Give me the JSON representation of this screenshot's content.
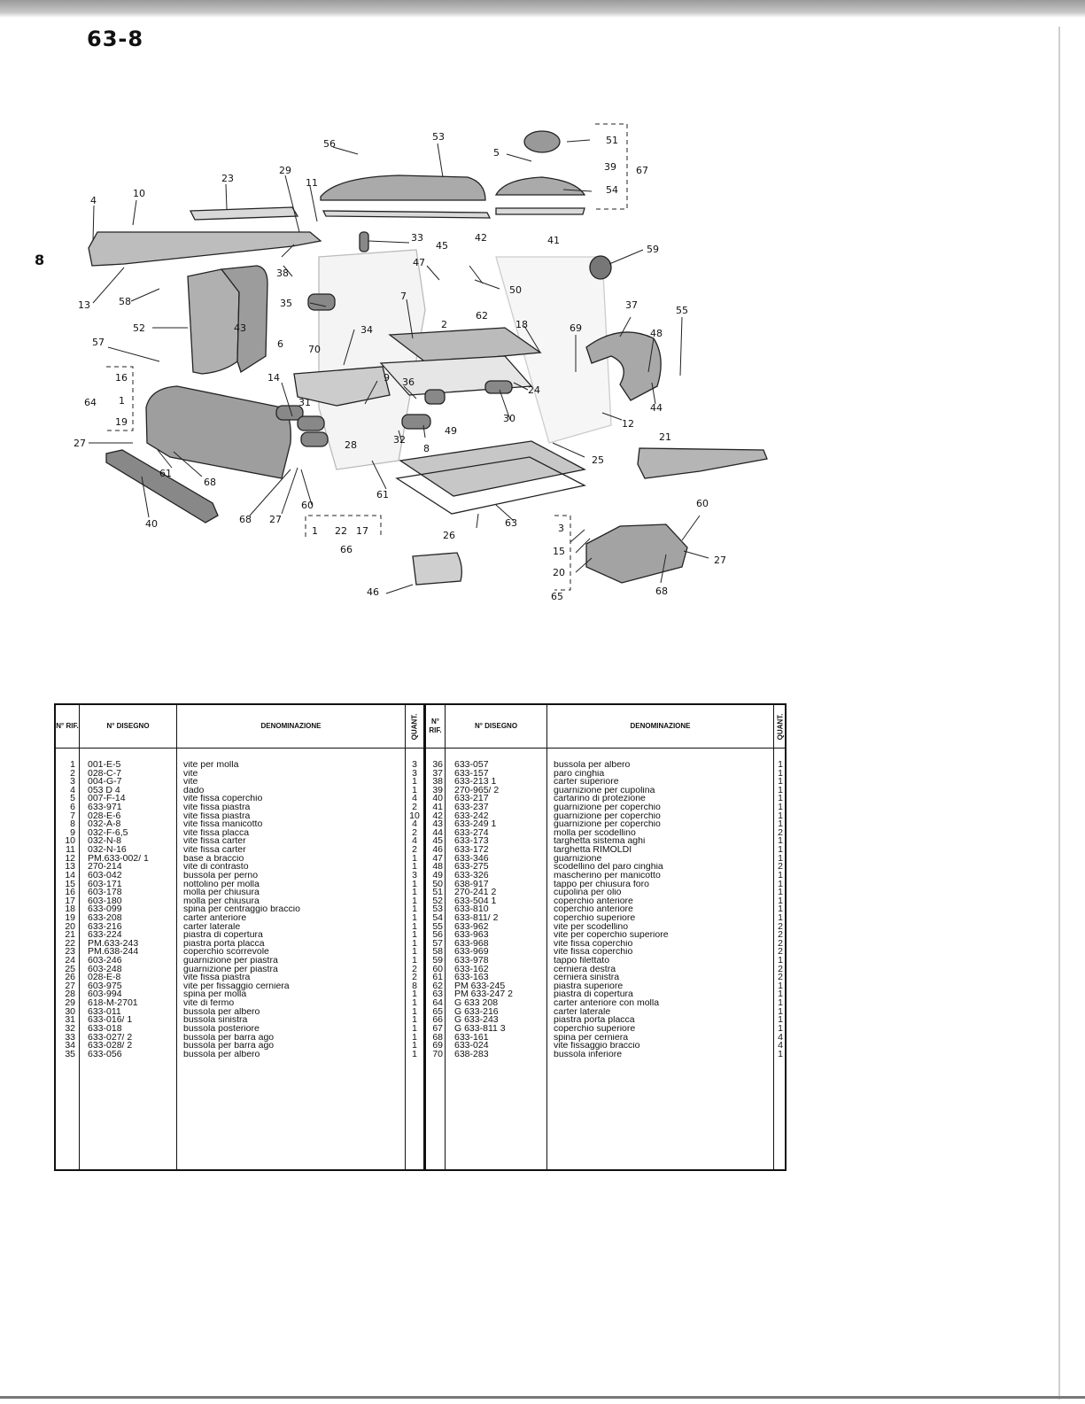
{
  "page": {
    "code": "63-8",
    "side_mark": "8"
  },
  "diagram": {
    "callouts": [
      "1",
      "2",
      "3",
      "4",
      "5",
      "6",
      "7",
      "8",
      "9",
      "10",
      "11",
      "12",
      "13",
      "14",
      "15",
      "16",
      "17",
      "18",
      "19",
      "20",
      "21",
      "22",
      "23",
      "24",
      "25",
      "26",
      "27",
      "28",
      "29",
      "30",
      "31",
      "32",
      "33",
      "34",
      "35",
      "36",
      "37",
      "38",
      "39",
      "40",
      "41",
      "42",
      "43",
      "44",
      "45",
      "46",
      "47",
      "48",
      "49",
      "50",
      "51",
      "52",
      "53",
      "54",
      "55",
      "56",
      "57",
      "58",
      "59",
      "60",
      "61",
      "62",
      "63",
      "64",
      "65",
      "66",
      "67",
      "68",
      "69",
      "70"
    ]
  },
  "table": {
    "headers": {
      "rif": "N° RIF.",
      "disegno": "N° DISEGNO",
      "denominazione": "DENOMINAZIONE",
      "quant": "QUANT."
    },
    "left": [
      {
        "rif": "1",
        "disegno": "001-E-5",
        "denominazione": "vite per molla",
        "quant": "3"
      },
      {
        "rif": "2",
        "disegno": "028-C-7",
        "denominazione": "vite",
        "quant": "3"
      },
      {
        "rif": "3",
        "disegno": "004-G-7",
        "denominazione": "vite",
        "quant": "1"
      },
      {
        "rif": "4",
        "disegno": "053 D 4",
        "denominazione": "dado",
        "quant": "1"
      },
      {
        "rif": "5",
        "disegno": "007-F-14",
        "denominazione": "vite fissa coperchio",
        "quant": "4"
      },
      {
        "rif": "6",
        "disegno": "633-971",
        "denominazione": "vite fissa piastra",
        "quant": "2"
      },
      {
        "rif": "7",
        "disegno": "028-E-6",
        "denominazione": "vite fissa piastra",
        "quant": "10"
      },
      {
        "rif": "8",
        "disegno": "032-A-8",
        "denominazione": "vite fissa manicotto",
        "quant": "4"
      },
      {
        "rif": "9",
        "disegno": "032-F-6,5",
        "denominazione": "vite fissa placca",
        "quant": "2"
      },
      {
        "rif": "10",
        "disegno": "032-N-8",
        "denominazione": "vite fissa carter",
        "quant": "4"
      },
      {
        "rif": "11",
        "disegno": "032-N-16",
        "denominazione": "vite fissa carter",
        "quant": "2"
      },
      {
        "rif": "12",
        "disegno": "PM.633-002/ 1",
        "denominazione": "base a braccio",
        "quant": "1"
      },
      {
        "rif": "13",
        "disegno": "270-214",
        "denominazione": "vite di contrasto",
        "quant": "1"
      },
      {
        "rif": "14",
        "disegno": "603-042",
        "denominazione": "bussola per perno",
        "quant": "3"
      },
      {
        "rif": "15",
        "disegno": "603-171",
        "denominazione": "nottolino per molla",
        "quant": "1"
      },
      {
        "rif": "16",
        "disegno": "603-178",
        "denominazione": "molla per chiusura",
        "quant": "1"
      },
      {
        "rif": "17",
        "disegno": "603-180",
        "denominazione": "molla per chiusura",
        "quant": "1"
      },
      {
        "rif": "18",
        "disegno": "633-099",
        "denominazione": "spina per centraggio braccio",
        "quant": "1"
      },
      {
        "rif": "19",
        "disegno": "633-208",
        "denominazione": "carter anteriore",
        "quant": "1"
      },
      {
        "rif": "20",
        "disegno": "633-216",
        "denominazione": "carter laterale",
        "quant": "1"
      },
      {
        "rif": "21",
        "disegno": "633-224",
        "denominazione": "piastra di copertura",
        "quant": "1"
      },
      {
        "rif": "22",
        "disegno": "PM.633-243",
        "denominazione": "piastra porta placca",
        "quant": "1"
      },
      {
        "rif": "23",
        "disegno": "PM.638-244",
        "denominazione": "coperchio scorrevole",
        "quant": "1"
      },
      {
        "rif": "24",
        "disegno": "603-246",
        "denominazione": "guarnizione per piastra",
        "quant": "1"
      },
      {
        "rif": "25",
        "disegno": "603-248",
        "denominazione": "guarnizione per piastra",
        "quant": "2"
      },
      {
        "rif": "26",
        "disegno": "028-E-8",
        "denominazione": "vite fissa piastra",
        "quant": "2"
      },
      {
        "rif": "27",
        "disegno": "603-975",
        "denominazione": "vite per fissaggio cerniera",
        "quant": "8"
      },
      {
        "rif": "28",
        "disegno": "603-994",
        "denominazione": "spina per molla",
        "quant": "1"
      },
      {
        "rif": "29",
        "disegno": "618-M-2701",
        "denominazione": "vite di fermo",
        "quant": "1"
      },
      {
        "rif": "30",
        "disegno": "633-011",
        "denominazione": "bussola per albero",
        "quant": "1"
      },
      {
        "rif": "31",
        "disegno": "633-016/ 1",
        "denominazione": "bussola sinistra",
        "quant": "1"
      },
      {
        "rif": "32",
        "disegno": "633-018",
        "denominazione": "bussola posteriore",
        "quant": "1"
      },
      {
        "rif": "33",
        "disegno": "633-027/ 2",
        "denominazione": "bussola per barra ago",
        "quant": "1"
      },
      {
        "rif": "34",
        "disegno": "633-028/ 2",
        "denominazione": "bussola per barra ago",
        "quant": "1"
      },
      {
        "rif": "35",
        "disegno": "633-056",
        "denominazione": "bussola per albero",
        "quant": "1"
      }
    ],
    "right": [
      {
        "rif": "36",
        "disegno": "633-057",
        "denominazione": "bussola per albero",
        "quant": "1"
      },
      {
        "rif": "37",
        "disegno": "633-157",
        "denominazione": "paro cinghia",
        "quant": "1"
      },
      {
        "rif": "38",
        "disegno": "633-213 1",
        "denominazione": "carter superiore",
        "quant": "1"
      },
      {
        "rif": "39",
        "disegno": "270-965/ 2",
        "denominazione": "guarnizione per cupolina",
        "quant": "1"
      },
      {
        "rif": "40",
        "disegno": "633-217",
        "denominazione": "cartarino di protezione",
        "quant": "1"
      },
      {
        "rif": "41",
        "disegno": "633-237",
        "denominazione": "guarnizione per coperchio",
        "quant": "1"
      },
      {
        "rif": "42",
        "disegno": "633-242",
        "denominazione": "guarnizione per coperchio",
        "quant": "1"
      },
      {
        "rif": "43",
        "disegno": "633-249 1",
        "denominazione": "guarnizione per coperchio",
        "quant": "1"
      },
      {
        "rif": "44",
        "disegno": "633-274",
        "denominazione": "molla per scodellino",
        "quant": "2"
      },
      {
        "rif": "45",
        "disegno": "633-173",
        "denominazione": "targhetta sistema aghi",
        "quant": "1"
      },
      {
        "rif": "46",
        "disegno": "633-172",
        "denominazione": "targhetta RIMOLDI",
        "quant": "1"
      },
      {
        "rif": "47",
        "disegno": "633-346",
        "denominazione": "guarnizione",
        "quant": "1"
      },
      {
        "rif": "48",
        "disegno": "633-275",
        "denominazione": "scodellino del paro cinghia",
        "quant": "2"
      },
      {
        "rif": "49",
        "disegno": "633-326",
        "denominazione": "mascherino per manicotto",
        "quant": "1"
      },
      {
        "rif": "50",
        "disegno": "638-917",
        "denominazione": "tappo per chiusura foro",
        "quant": "1"
      },
      {
        "rif": "51",
        "disegno": "270-241 2",
        "denominazione": "cupolina per olio",
        "quant": "1"
      },
      {
        "rif": "52",
        "disegno": "633-504 1",
        "denominazione": "coperchio anteriore",
        "quant": "1"
      },
      {
        "rif": "53",
        "disegno": "633-810",
        "denominazione": "coperchio anteriore",
        "quant": "1"
      },
      {
        "rif": "54",
        "disegno": "633-811/ 2",
        "denominazione": "coperchio superiore",
        "quant": "1"
      },
      {
        "rif": "55",
        "disegno": "633-962",
        "denominazione": "vite per scodellino",
        "quant": "2"
      },
      {
        "rif": "56",
        "disegno": "633-963",
        "denominazione": "vite per coperchio superiore",
        "quant": "2"
      },
      {
        "rif": "57",
        "disegno": "633-968",
        "denominazione": "vite fissa coperchio",
        "quant": "2"
      },
      {
        "rif": "58",
        "disegno": "633-969",
        "denominazione": "vite fissa coperchio",
        "quant": "2"
      },
      {
        "rif": "59",
        "disegno": "633-978",
        "denominazione": "tappo filettato",
        "quant": "1"
      },
      {
        "rif": "60",
        "disegno": "633-162",
        "denominazione": "cerniera destra",
        "quant": "2"
      },
      {
        "rif": "61",
        "disegno": "633-163",
        "denominazione": "cerniera sinistra",
        "quant": "2"
      },
      {
        "rif": "62",
        "disegno": "PM 633-245",
        "denominazione": "piastra superiore",
        "quant": "1"
      },
      {
        "rif": "63",
        "disegno": "PM 633-247 2",
        "denominazione": "piastra di copertura",
        "quant": "1"
      },
      {
        "rif": "64",
        "disegno": "G 633 208",
        "denominazione": "carter anteriore con molla",
        "quant": "1"
      },
      {
        "rif": "65",
        "disegno": "G 633-216",
        "denominazione": "carter laterale",
        "quant": "1"
      },
      {
        "rif": "66",
        "disegno": "G 633-243",
        "denominazione": "piastra porta placca",
        "quant": "1"
      },
      {
        "rif": "67",
        "disegno": "G 633-811 3",
        "denominazione": "coperchio superiore",
        "quant": "1"
      },
      {
        "rif": "68",
        "disegno": "633-161",
        "denominazione": "spina per cerniera",
        "quant": "4"
      },
      {
        "rif": "69",
        "disegno": "633-024",
        "denominazione": "vite fissaggio braccio",
        "quant": "4"
      },
      {
        "rif": "70",
        "disegno": "638-283",
        "denominazione": "bussola inferiore",
        "quant": "1"
      }
    ]
  }
}
